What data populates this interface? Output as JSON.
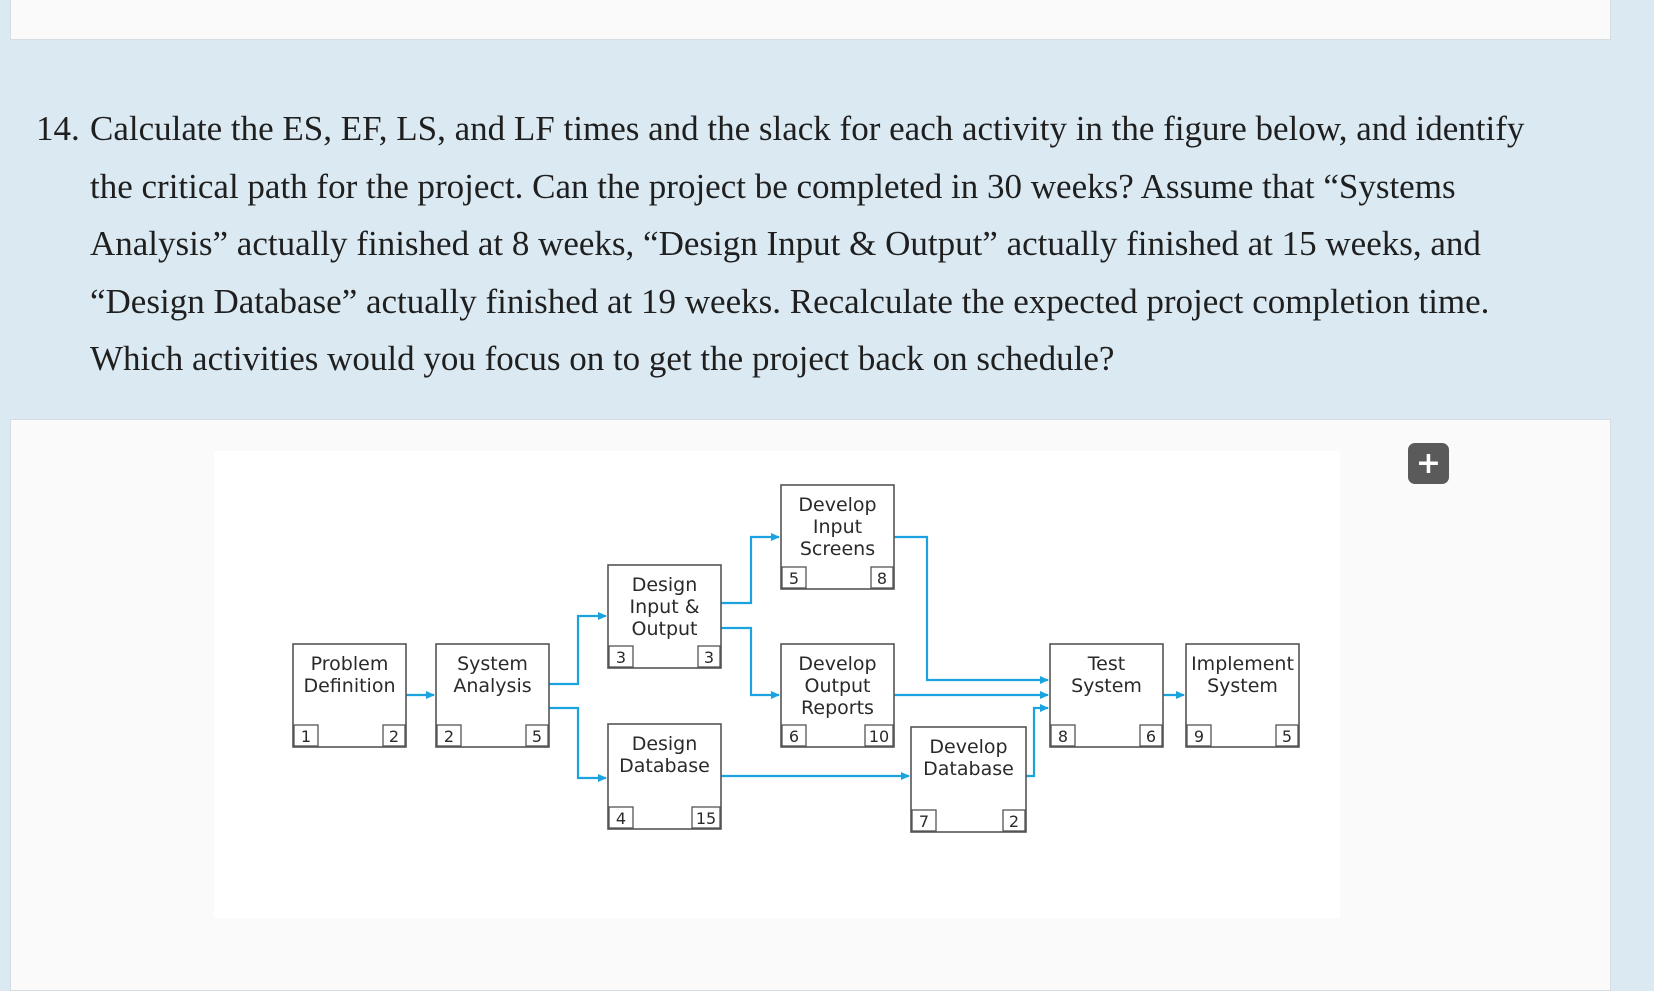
{
  "question": {
    "number": "14.",
    "lines": [
      "Calculate the ES, EF, LS, and LF times and the slack for each activity in the figure below, and identify",
      "the critical path for the project. Can the project be completed in 30 weeks? Assume that “Systems",
      "Analysis” actually finished at 8 weeks, “Design Input & Output” actually finished at 15 weeks, and",
      "“Design Database” actually finished at 19 weeks. Recalculate the expected project completion time.",
      "Which activities would you focus on to get the project back on schedule?"
    ]
  },
  "figure": {
    "expand_icon": "plus-icon",
    "arrow_color": "#1aa3df",
    "box_border_color": "#555555",
    "activities": [
      {
        "id": "problem-definition",
        "name_lines": [
          "Problem",
          "Definition"
        ],
        "number": "1",
        "duration": "2"
      },
      {
        "id": "system-analysis",
        "name_lines": [
          "System",
          "Analysis"
        ],
        "number": "2",
        "duration": "5"
      },
      {
        "id": "design-input-output",
        "name_lines": [
          "Design",
          "Input &",
          "Output"
        ],
        "number": "3",
        "duration": "3"
      },
      {
        "id": "design-database",
        "name_lines": [
          "Design",
          "Database"
        ],
        "number": "4",
        "duration": "15"
      },
      {
        "id": "develop-input-screens",
        "name_lines": [
          "Develop",
          "Input",
          "Screens"
        ],
        "number": "5",
        "duration": "8"
      },
      {
        "id": "develop-output-reports",
        "name_lines": [
          "Develop",
          "Output",
          "Reports"
        ],
        "number": "6",
        "duration": "10"
      },
      {
        "id": "develop-database",
        "name_lines": [
          "Develop",
          "Database"
        ],
        "number": "7",
        "duration": "2"
      },
      {
        "id": "test-system",
        "name_lines": [
          "Test",
          "System"
        ],
        "number": "8",
        "duration": "6"
      },
      {
        "id": "implement-system",
        "name_lines": [
          "Implement",
          "System"
        ],
        "number": "9",
        "duration": "5"
      }
    ],
    "dependencies": [
      {
        "from": "problem-definition",
        "to": "system-analysis"
      },
      {
        "from": "system-analysis",
        "to": "design-input-output"
      },
      {
        "from": "system-analysis",
        "to": "design-database"
      },
      {
        "from": "design-input-output",
        "to": "develop-input-screens"
      },
      {
        "from": "design-input-output",
        "to": "develop-output-reports"
      },
      {
        "from": "design-database",
        "to": "develop-database"
      },
      {
        "from": "develop-input-screens",
        "to": "test-system"
      },
      {
        "from": "develop-output-reports",
        "to": "test-system"
      },
      {
        "from": "develop-database",
        "to": "test-system"
      },
      {
        "from": "test-system",
        "to": "implement-system"
      }
    ]
  }
}
